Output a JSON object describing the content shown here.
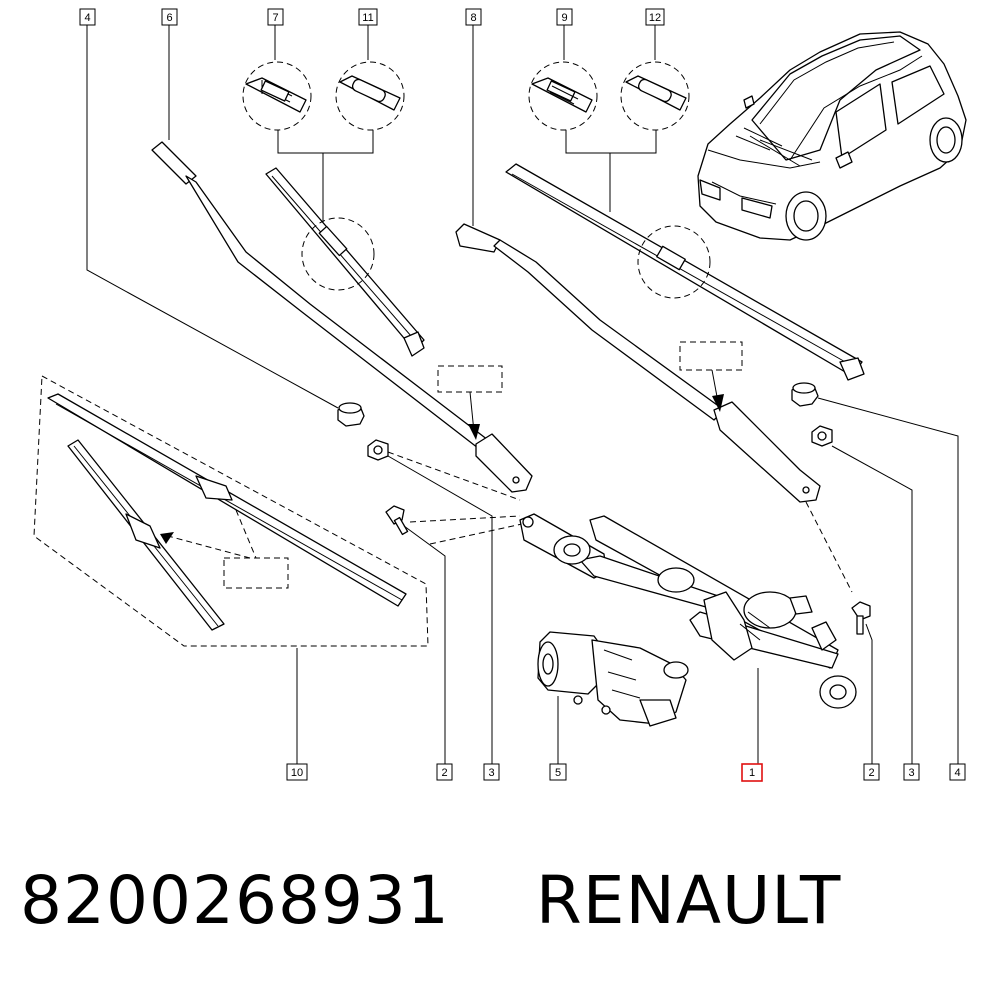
{
  "callouts": {
    "top": [
      "4",
      "6",
      "7",
      "11",
      "8",
      "9",
      "12"
    ],
    "bottom": [
      "10",
      "2",
      "3",
      "5",
      "1",
      "2",
      "3",
      "4"
    ],
    "highlighted": "1"
  },
  "caption": {
    "part_number": "8200268931",
    "brand": "RENAULT"
  },
  "colors": {
    "line": "#000000",
    "highlight": "#e01010",
    "background": "#ffffff"
  }
}
